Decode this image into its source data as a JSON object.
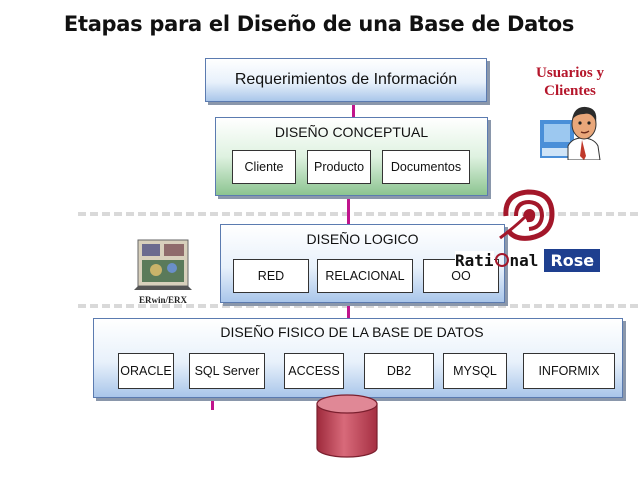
{
  "title": "Etapas para el Diseño de una Base de Datos",
  "requerimientos": "Requerimientos de Información",
  "usuarios": {
    "line1": "Usuarios y",
    "line2": "Clientes"
  },
  "conceptual": {
    "title": "DISEÑO CONCEPTUAL",
    "items": [
      "Cliente",
      "Producto",
      "Documentos"
    ]
  },
  "logico": {
    "title": "DISEÑO LOGICO",
    "items": [
      "RED",
      "RELACIONAL",
      "OO"
    ]
  },
  "fisico": {
    "title": "DISEÑO FISICO DE LA BASE DE DATOS",
    "items": [
      "ORACLE",
      "SQL Server",
      "ACCESS",
      "DB2",
      "MYSQL",
      "INFORMIX"
    ]
  },
  "rational_logo": {
    "part1": "Rati",
    "part2": "nal",
    "part3": "Rose"
  },
  "erwin_logo": "ERwin/ERX",
  "colors": {
    "connector": "#c0148c",
    "cylinder": "#c9475a",
    "logo_red": "#b5162b"
  }
}
